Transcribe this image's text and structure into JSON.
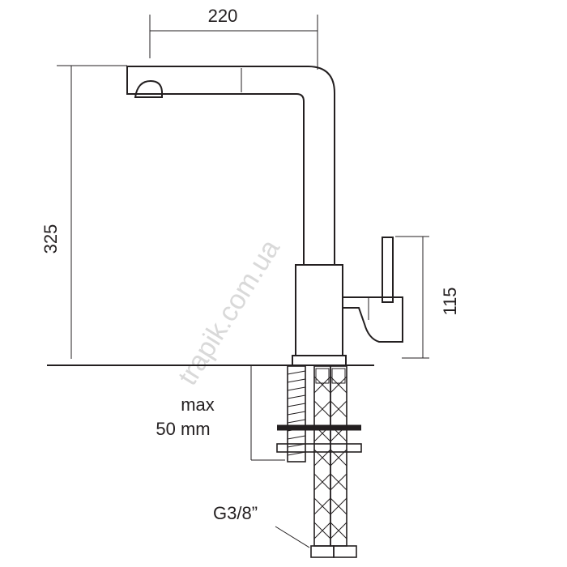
{
  "dimensions": {
    "width_label": "220",
    "height_label": "325",
    "handle_label": "115",
    "max_label_line1": "max",
    "max_label_line2": "50 mm",
    "thread_label": "G3/8”"
  },
  "watermark": "trapik.com.ua",
  "colors": {
    "ink": "#231f20",
    "watermark": "#d9d9d9"
  }
}
